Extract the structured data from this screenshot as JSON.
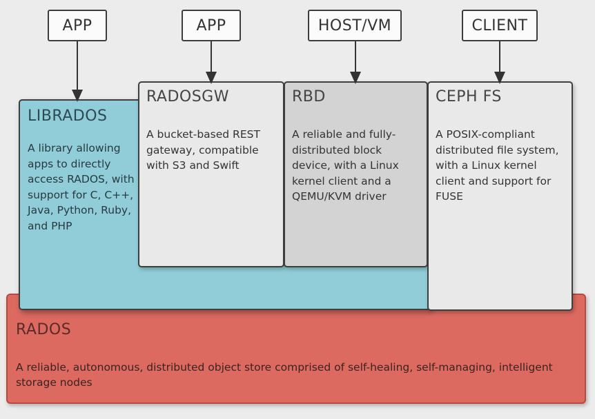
{
  "clients": [
    {
      "label": "APP"
    },
    {
      "label": "APP"
    },
    {
      "label": "HOST/VM"
    },
    {
      "label": "CLIENT"
    }
  ],
  "components": {
    "radosgw": {
      "title": "RADOSGW",
      "description": "A bucket-based REST gateway, compatible with S3 and Swift"
    },
    "rbd": {
      "title": "RBD",
      "description": "A reliable and fully-distributed block device, with a Linux kernel client and a QEMU/KVM driver"
    },
    "cephfs": {
      "title": "CEPH FS",
      "description": "A POSIX-compliant distributed file system, with a Linux kernel client and support for FUSE"
    }
  },
  "librados": {
    "title": "LIBRADOS",
    "description": "A library allowing apps to directly access RADOS, with support for C, C++, Java, Python, Ruby, and PHP"
  },
  "rados": {
    "title": "RADOS",
    "description": "A reliable, autonomous, distributed object store comprised of self-healing, self-managing, intelligent storage nodes"
  },
  "colors": {
    "librados": "#91cdd8",
    "rados": "#dc6a60",
    "rbd": "#d3d3d3",
    "radosgw": "#e9e9e9",
    "cephfs": "#e9e9e9"
  }
}
